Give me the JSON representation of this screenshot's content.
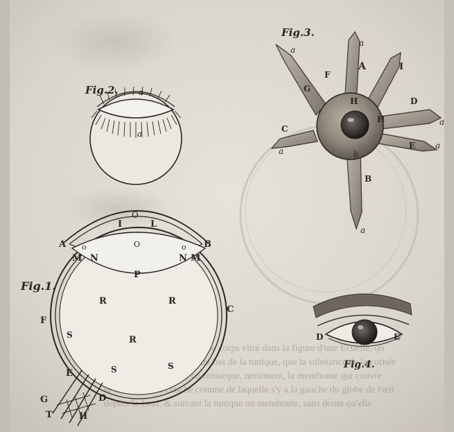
{
  "plate": {
    "figures": {
      "fig1": {
        "caption": "Fig.1.",
        "labels": {
          "O_top": "O",
          "I": "I",
          "L": "L",
          "A": "A",
          "B": "B",
          "o_left": "o",
          "o_right": "o",
          "M_left": "M",
          "M_right": "M",
          "N_left": "N",
          "N_right": "N",
          "O_center": "O",
          "P": "P",
          "R_left": "R",
          "R_right": "R",
          "R_center": "R",
          "F": "F",
          "C": "C",
          "S_left": "S",
          "S_center": "S",
          "S_right": "S",
          "E": "E",
          "D": "D",
          "G": "G",
          "T": "T",
          "H": "H"
        }
      },
      "fig2": {
        "caption": "Fig.2.",
        "labels": {
          "a_top": "a",
          "a_bottom": "a"
        }
      },
      "fig3": {
        "caption": "Fig.3.",
        "labels": {
          "a_upper_left": "a",
          "a_top": "a",
          "A": "A",
          "I": "I",
          "F": "F",
          "G": "G",
          "H_upper": "H",
          "D": "D",
          "H_right": "H",
          "a_right_1": "a",
          "a_right_2": "a",
          "E": "E",
          "C": "C",
          "a_left": "a",
          "b": "b",
          "B": "B",
          "a_bottom": "a"
        }
      },
      "fig4": {
        "caption": "Fig.4.",
        "labels": {
          "D": "D",
          "E": "E"
        }
      }
    },
    "bleed_through": [
      "ments de l'œil, où l'on voit le corps vitré dans la figure d'une Ecuelle, qu",
      "par la coupe de la figure du bas de la tunique, que la substance de la cornée",
      "dans le corps humain, on remarque, nettement, la membrane qui couvre",
      "se trouvent à la couche comme de laquelle s'y a la gauche du globe de l'œil",
      "depuis le fond, & suivant la tunique ou membrane, sans doute qu'elle"
    ]
  }
}
